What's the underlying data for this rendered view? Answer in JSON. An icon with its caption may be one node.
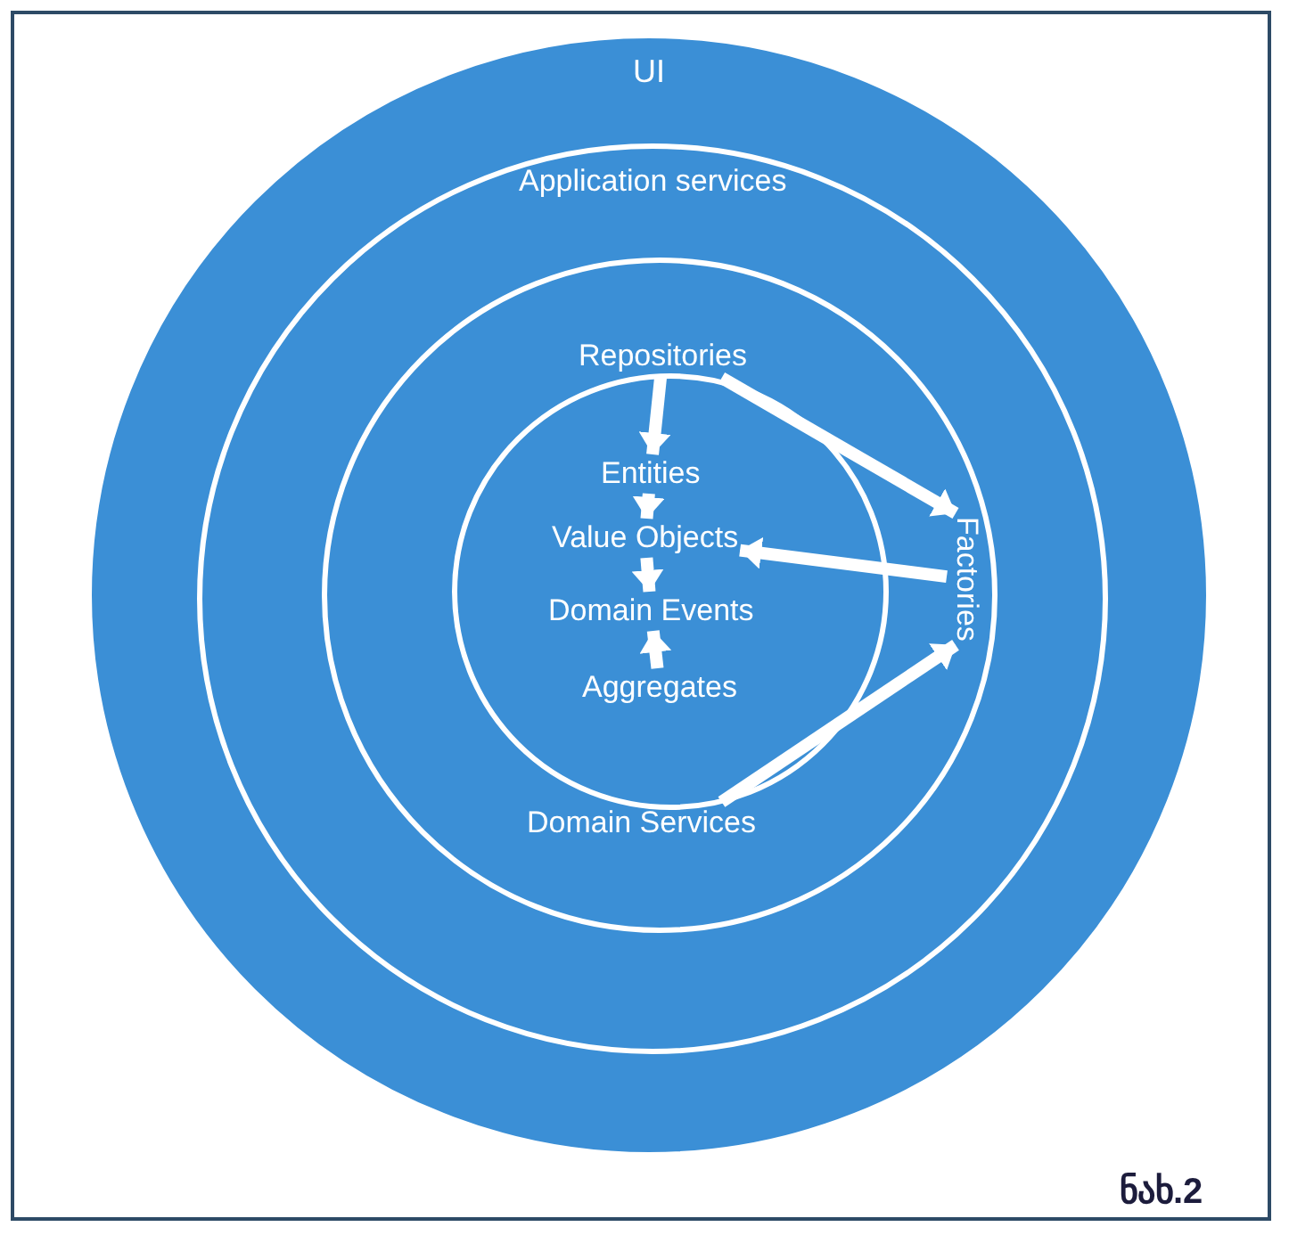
{
  "diagram": {
    "nodes": [
      {
        "text": [
          "UI"
        ]
      },
      {
        "text": [
          "Application services"
        ],
        "in": 0
      },
      {
        "text": [],
        "shape": "circle",
        "in": 1
      },
      {
        "text": [
          "Repositories"
        ],
        "in": 2
      },
      {
        "text": [
          "Factories"
        ],
        "in": 2
      },
      {
        "text": [
          "Domain Services"
        ],
        "in": 2
      },
      {
        "text": [],
        "shape": "circle",
        "in": 2
      },
      {
        "text": [
          "Entities"
        ],
        "in": 6
      },
      {
        "text": [
          "Value Objects"
        ],
        "in": 6
      },
      {
        "text": [
          "Domain Events"
        ],
        "in": 6
      },
      {
        "text": [
          "Aggregates"
        ],
        "in": 6
      }
    ],
    "edges": [
      {
        "from": 3,
        "to": 7,
        "arrow": "to"
      },
      {
        "from": 3,
        "to": 4,
        "arrow": "to"
      },
      {
        "from": 7,
        "to": 8,
        "arrow": "to"
      },
      {
        "from": 8,
        "to": 9,
        "arrow": "to"
      },
      {
        "from": 10,
        "to": 9,
        "arrow": "to"
      },
      {
        "from": 4,
        "to": 8,
        "arrow": "to"
      },
      {
        "from": 5,
        "to": 4,
        "arrow": "to"
      }
    ],
    "labels": [
      "ნახ.2"
    ]
  }
}
